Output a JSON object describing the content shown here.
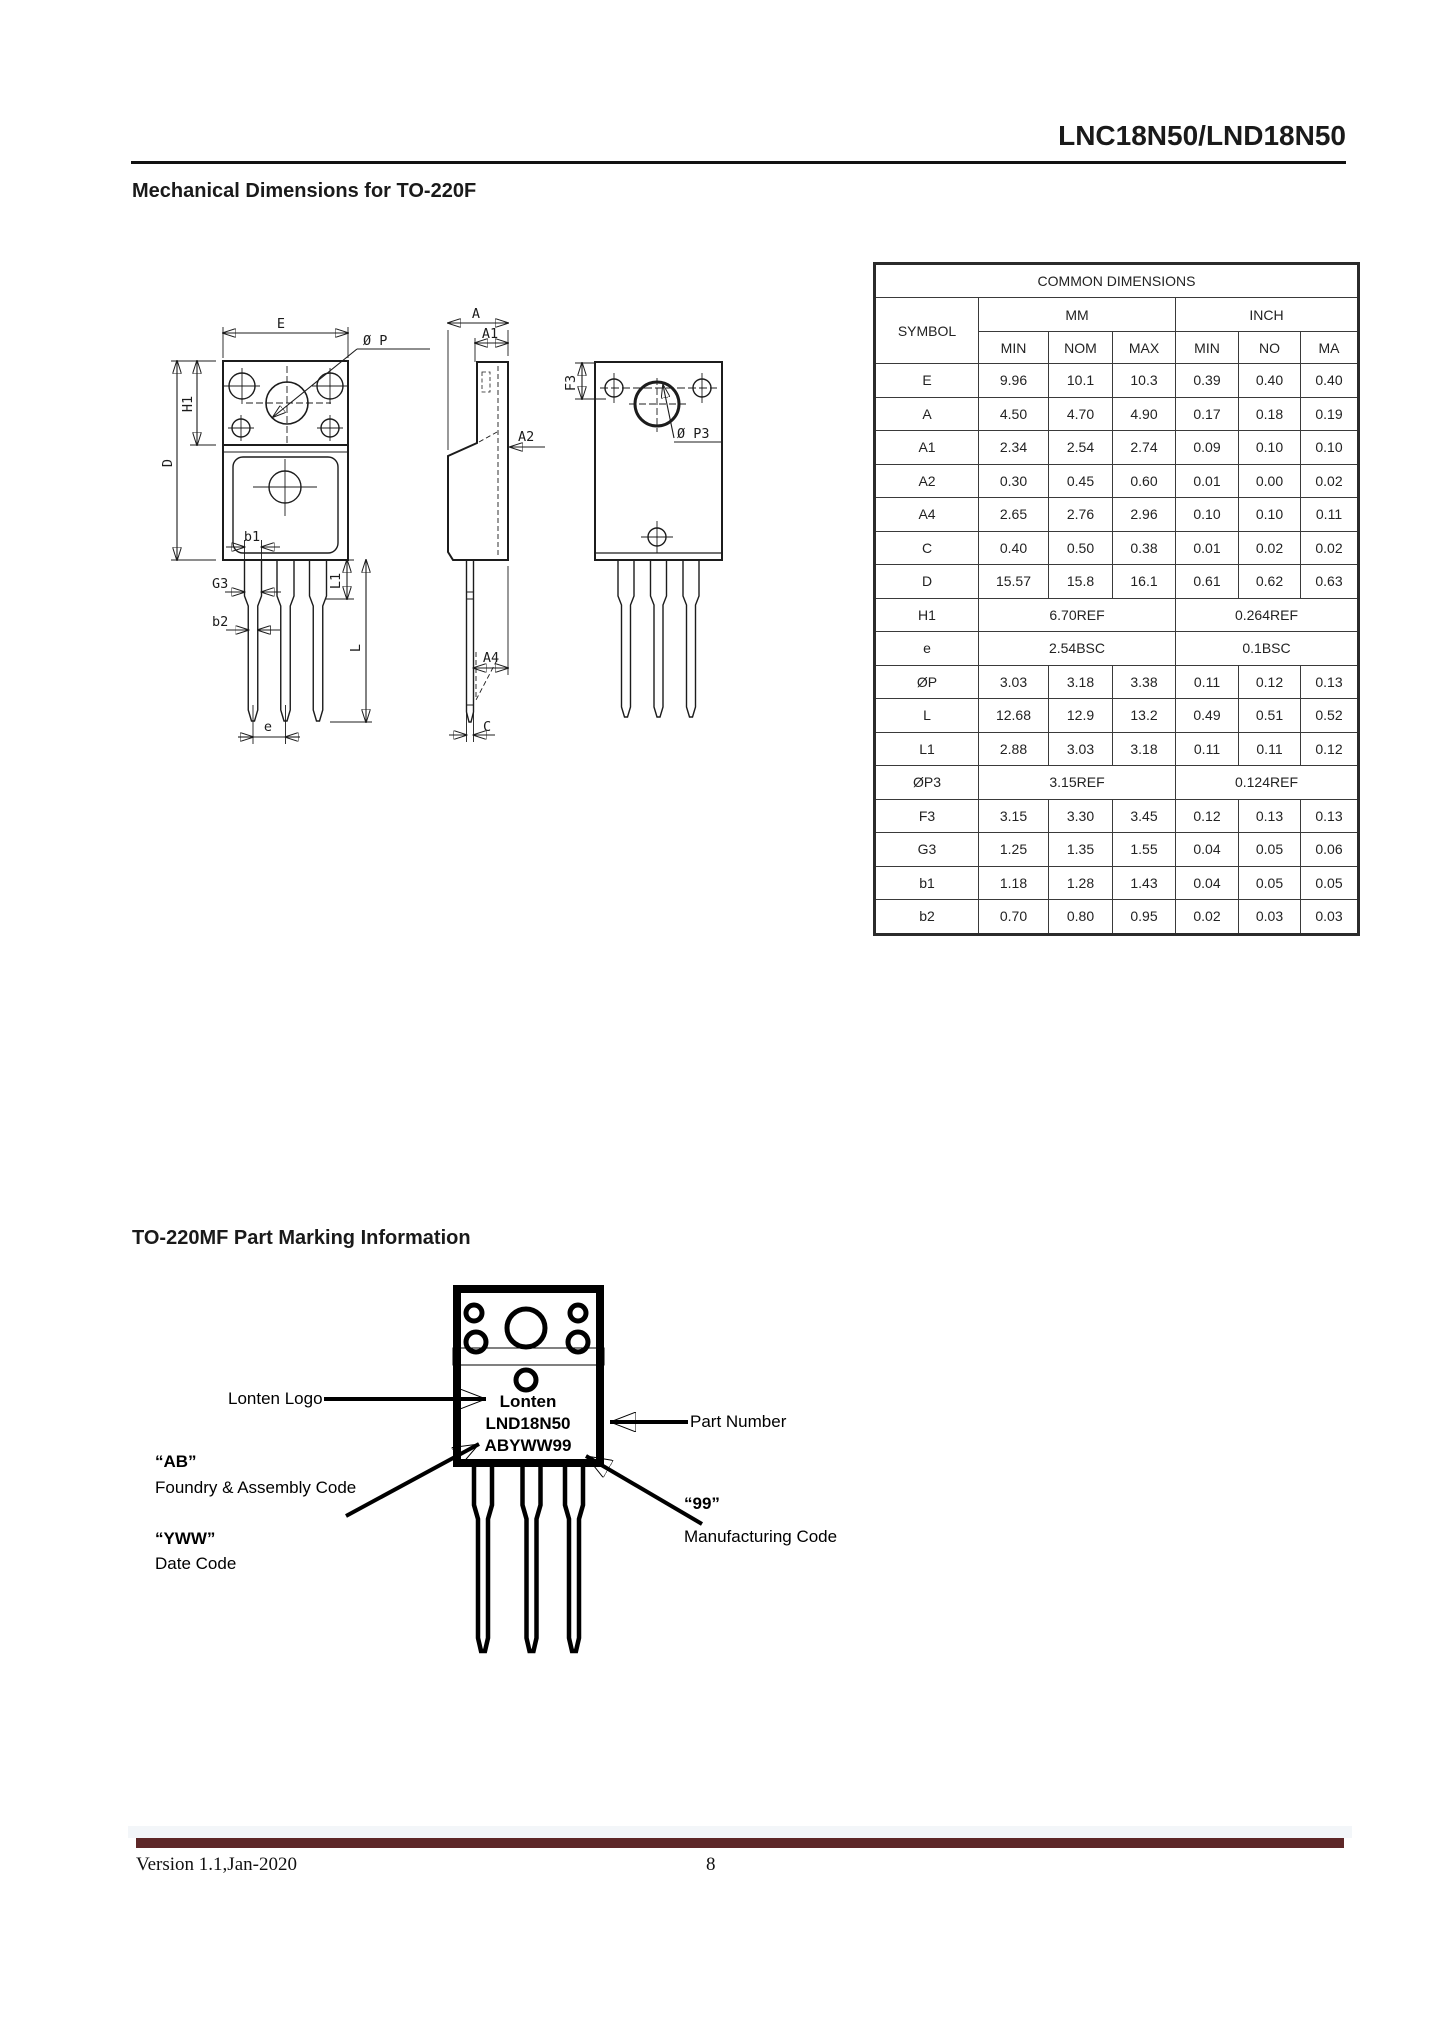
{
  "page": {
    "title": "LNC18N50/LND18N50",
    "section1_heading": "Mechanical Dimensions for TO-220F",
    "section2_heading": "TO-220MF Part Marking Information",
    "footer": {
      "version": "Version 1.1,Jan-2020",
      "page_number": "8",
      "bar_color": "#5e2728"
    }
  },
  "dimension_table": {
    "title": "COMMON DIMENSIONS",
    "col_symbol": "SYMBOL",
    "group_mm": "MM",
    "group_inch": "INCH",
    "subheaders_mm": [
      "MIN",
      "NOM",
      "MAX"
    ],
    "subheaders_inch": [
      "MIN",
      "NO",
      "MA"
    ],
    "rows": [
      {
        "symbol": "E",
        "mm": [
          "9.96",
          "10.1",
          "10.3"
        ],
        "inch": [
          "0.39",
          "0.40",
          "0.40"
        ]
      },
      {
        "symbol": "A",
        "mm": [
          "4.50",
          "4.70",
          "4.90"
        ],
        "inch": [
          "0.17",
          "0.18",
          "0.19"
        ]
      },
      {
        "symbol": "A1",
        "mm": [
          "2.34",
          "2.54",
          "2.74"
        ],
        "inch": [
          "0.09",
          "0.10",
          "0.10"
        ]
      },
      {
        "symbol": "A2",
        "mm": [
          "0.30",
          "0.45",
          "0.60"
        ],
        "inch": [
          "0.01",
          "0.00",
          "0.02"
        ]
      },
      {
        "symbol": "A4",
        "mm": [
          "2.65",
          "2.76",
          "2.96"
        ],
        "inch": [
          "0.10",
          "0.10",
          "0.11"
        ]
      },
      {
        "symbol": "C",
        "mm": [
          "0.40",
          "0.50",
          "0.38"
        ],
        "inch": [
          "0.01",
          "0.02",
          "0.02"
        ]
      },
      {
        "symbol": "D",
        "mm": [
          "15.57",
          "15.8",
          "16.1"
        ],
        "inch": [
          "0.61",
          "0.62",
          "0.63"
        ]
      },
      {
        "symbol": "H1",
        "mm_span": "6.70REF",
        "inch_span": "0.264REF"
      },
      {
        "symbol": "e",
        "mm_span": "2.54BSC",
        "inch_span": "0.1BSC"
      },
      {
        "symbol": "ØP",
        "mm": [
          "3.03",
          "3.18",
          "3.38"
        ],
        "inch": [
          "0.11",
          "0.12",
          "0.13"
        ]
      },
      {
        "symbol": "L",
        "mm": [
          "12.68",
          "12.9",
          "13.2"
        ],
        "inch": [
          "0.49",
          "0.51",
          "0.52"
        ]
      },
      {
        "symbol": "L1",
        "mm": [
          "2.88",
          "3.03",
          "3.18"
        ],
        "inch": [
          "0.11",
          "0.11",
          "0.12"
        ]
      },
      {
        "symbol": "ØP3",
        "mm_span": "3.15REF",
        "inch_span": "0.124REF"
      },
      {
        "symbol": "F3",
        "mm": [
          "3.15",
          "3.30",
          "3.45"
        ],
        "inch": [
          "0.12",
          "0.13",
          "0.13"
        ]
      },
      {
        "symbol": "G3",
        "mm": [
          "1.25",
          "1.35",
          "1.55"
        ],
        "inch": [
          "0.04",
          "0.05",
          "0.06"
        ]
      },
      {
        "symbol": "b1",
        "mm": [
          "1.18",
          "1.28",
          "1.43"
        ],
        "inch": [
          "0.04",
          "0.05",
          "0.05"
        ]
      },
      {
        "symbol": "b2",
        "mm": [
          "0.70",
          "0.80",
          "0.95"
        ],
        "inch": [
          "0.02",
          "0.03",
          "0.03"
        ]
      }
    ]
  },
  "drawings": {
    "front": {
      "dim_e": "E",
      "dim_dia_p": "Ø P",
      "dim_h1": "H1",
      "dim_d": "D",
      "dim_b1": "b1",
      "dim_g3": "G3",
      "dim_b2": "b2",
      "dim_l1": "L1",
      "dim_l": "L",
      "dim_e_pitch": "e"
    },
    "side": {
      "dim_a": "A",
      "dim_a1": "A1",
      "dim_a2": "A2",
      "dim_a4": "A4",
      "dim_c": "C"
    },
    "back": {
      "dim_f3": "F3",
      "dim_dia_p3": "Ø P3"
    }
  },
  "marking": {
    "package_lines": [
      "Lonten",
      "LND18N50",
      "ABYWW99"
    ],
    "labels": {
      "logo": "Lonten Logo",
      "part_number": "Part Number",
      "ab_code": "“AB”",
      "ab_desc": "Foundry & Assembly Code",
      "code99": "“99”",
      "code99_desc": "Manufacturing Code",
      "yww": "“YWW”",
      "yww_desc": "Date Code"
    }
  }
}
